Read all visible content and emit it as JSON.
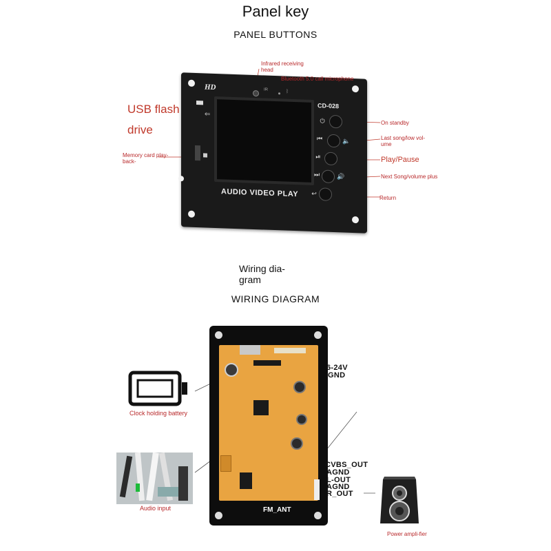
{
  "header": {
    "title": "Panel key",
    "subtitle": "PANEL BUTTONS"
  },
  "panel": {
    "brand": "HD",
    "model": "CD-028",
    "caption": "AUDIO VIDEO PLAY",
    "labels": {
      "infrared": "Infrared receiving head",
      "bluetooth": "Bluetooth 5.0 call microphone",
      "usb": "USB flash drive",
      "memory": "Memory card play-back-",
      "standby": "On standby",
      "last_song": "Last song/low vol-ume",
      "play_pause": "Play/Pause",
      "next_song": "Next Song/volume plus",
      "return": "Return"
    }
  },
  "wiring": {
    "title": "Wiring dia-gram",
    "subtitle": "WIRING DIAGRAM",
    "labels": {
      "battery": "Clock holding battery",
      "audio_input": "Audio input",
      "power_amp": "Power ampli-fier",
      "power": "6-24V",
      "gnd": "GND",
      "cvbs": "CVBS_OUT",
      "agnd1": "AGND",
      "lout": "L-OUT",
      "agnd2": "AGND",
      "rout": "R_OUT",
      "fm": "FM_ANT"
    }
  },
  "colors": {
    "label_red": "#b8282a",
    "pcb_orange": "#e9a441"
  }
}
